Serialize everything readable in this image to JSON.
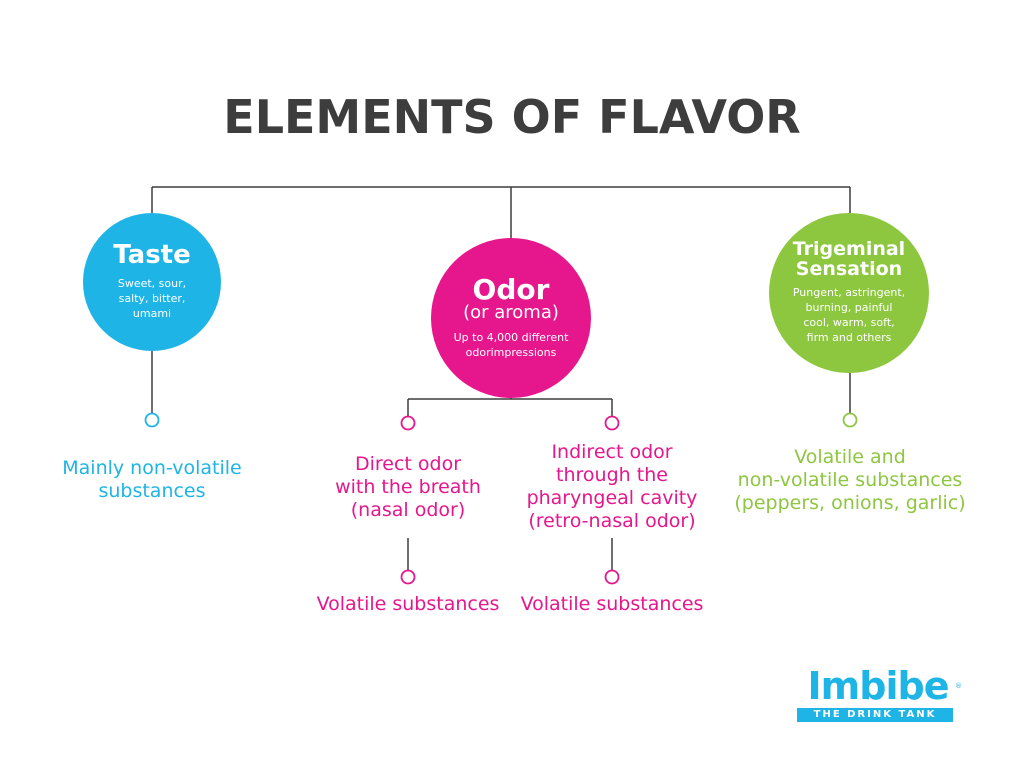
{
  "title": "ELEMENTS OF FLAVOR",
  "colors": {
    "taste": "#1fb4e6",
    "odor": "#e6168c",
    "trigeminal": "#8dc63f",
    "title": "#3d3d3d",
    "lines": "#3d3d3d"
  },
  "nodes": {
    "taste": {
      "title": "Taste",
      "description": "Sweet, sour,\nsalty, bitter,\numami",
      "result": "Mainly non-volatile\nsubstances"
    },
    "odor": {
      "title": "Odor",
      "subtitle": "(or aroma)",
      "description": "Up to 4,000 different\nodorimpressions",
      "direct": "Direct odor\nwith the breath\n(nasal odor)",
      "direct_result": "Volatile substances",
      "indirect": "Indirect odor\nthrough the\npharyngeal cavity\n(retro-nasal odor)",
      "indirect_result": "Volatile substances"
    },
    "trigeminal": {
      "title": "Trigeminal\nSensation",
      "description": "Pungent, astringent,\nburning, painful\ncool, warm, soft,\nfirm and others",
      "result": "Volatile and\nnon-volatile substances\n(peppers, onions, garlic)"
    }
  },
  "logo": {
    "name": "Imbibe",
    "tagline": "THE DRINK TANK",
    "mark": "®"
  }
}
